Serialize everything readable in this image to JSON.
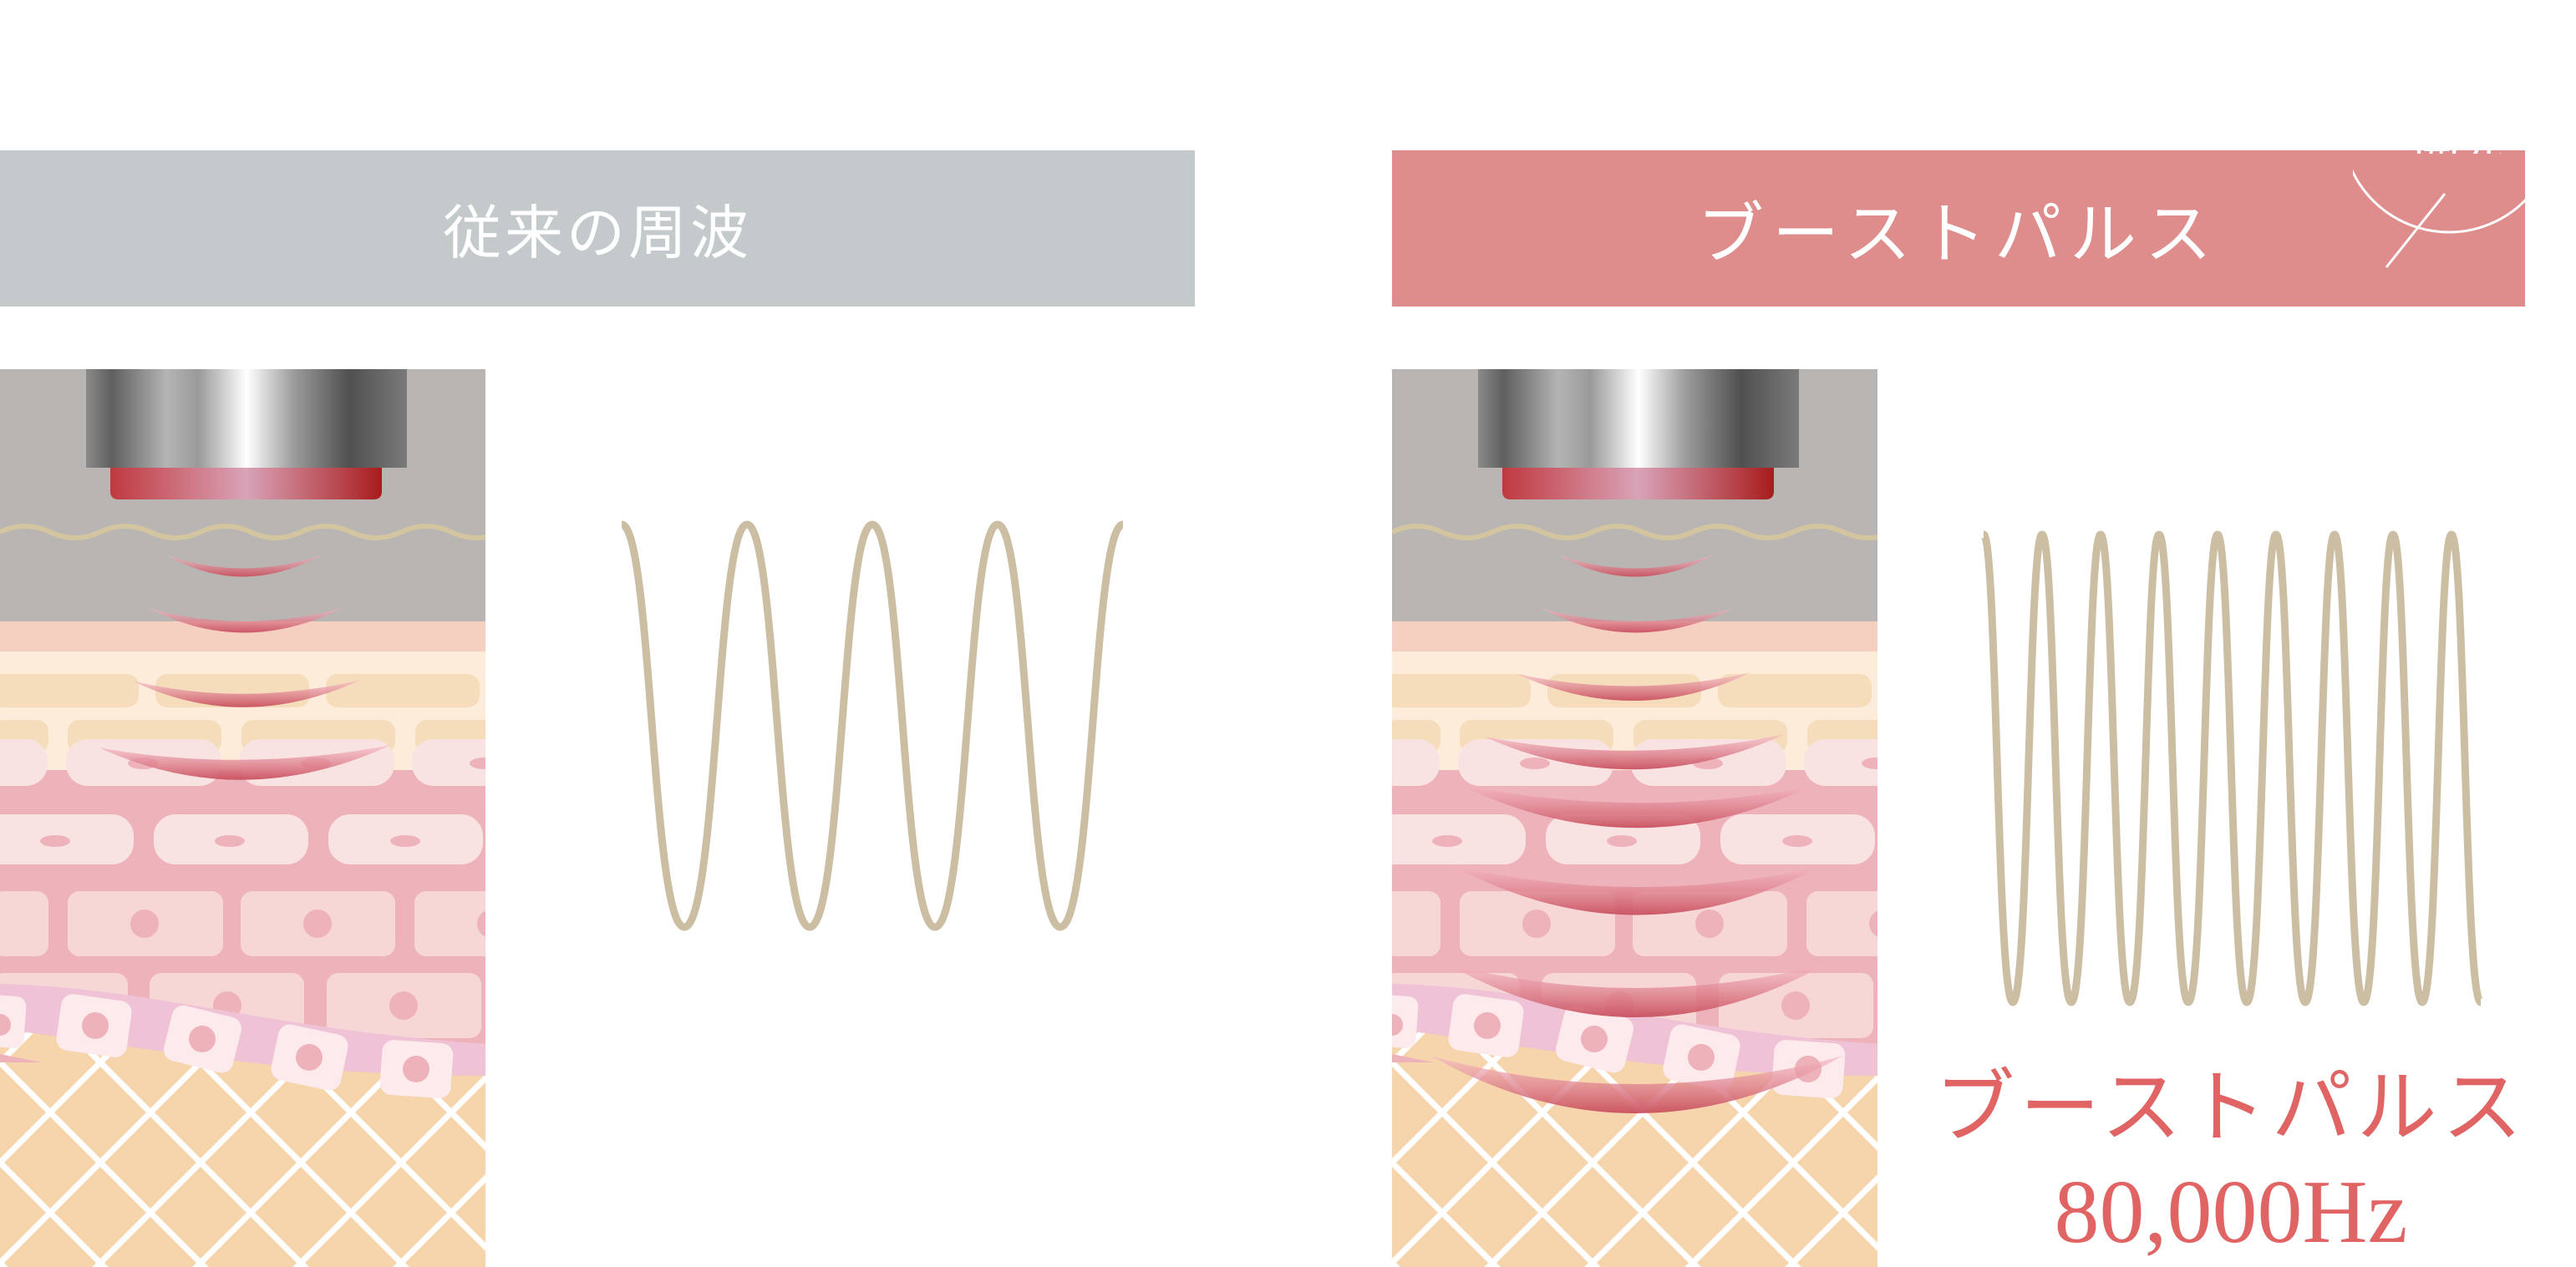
{
  "header": {
    "conventional_title": "従来の周波",
    "boost_title": "ブーストパルス",
    "badge_fragment": "開発"
  },
  "boost_label": {
    "name": "ブーストパルス",
    "frequency": "80,000Hz"
  },
  "colors": {
    "conventional_banner": "#c4c9cc",
    "boost_banner": "#df8c8c",
    "wave_stroke": "#cbbea3",
    "label_text": "#e06464",
    "device_tip": "#c0393f",
    "skin_gray": "#b8b5b3",
    "epidermis_pink": "#f5cfc0",
    "cream_layer": "#fcecd9",
    "dermis_pink": "#eeb2bb",
    "basal_band": "#efc2d6",
    "fat_layer": "#f6d5ac"
  },
  "panels": [
    {
      "id": "conventional",
      "wave_cycles": 4,
      "penetration_arcs": 4
    },
    {
      "id": "boost",
      "wave_cycles": 8,
      "penetration_arcs": 8
    }
  ]
}
